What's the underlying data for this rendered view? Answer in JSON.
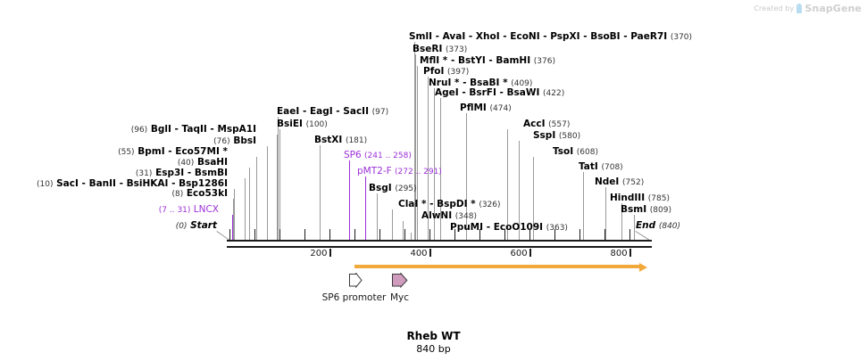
{
  "watermark": {
    "created_by": "Created by",
    "brand": "SnapGene",
    "logo_icon": "snapgene-logo-icon"
  },
  "title": {
    "name": "Rheb WT",
    "length": "840 bp"
  },
  "sequence": {
    "length_bp": 840,
    "start_label": "Start",
    "end_label": "End",
    "start_pos": "(0)",
    "end_pos": "(840)"
  },
  "ruler": {
    "ticks_labeled": [
      "200",
      "400",
      "600",
      "800"
    ],
    "tick_values": [
      200,
      400,
      600,
      800
    ],
    "minor_step": 50
  },
  "sites": [
    {
      "id": "sacI",
      "text": "SacI  - BanII  - BsiHKAI  - Bsp1286I",
      "pos": "(10)",
      "bp": 10,
      "pos_side": "left",
      "row": 0
    },
    {
      "id": "eco53kI",
      "text": "Eco53kI",
      "pos": "(8)",
      "bp": 8,
      "pos_side": "left",
      "row": 1
    },
    {
      "id": "esp3I",
      "text": "Esp3I  - BsmBI",
      "pos": "(31)",
      "bp": 31,
      "pos_side": "left",
      "row": 2
    },
    {
      "id": "bsaHI",
      "text": "BsaHI",
      "pos": "(40)",
      "bp": 40,
      "pos_side": "left",
      "row": 3
    },
    {
      "id": "bpmI",
      "text": "BpmI  - Eco57MI *",
      "pos": "(55)",
      "bp": 55,
      "pos_side": "left",
      "row": 4
    },
    {
      "id": "bbsI",
      "text": "BbsI",
      "pos": "(76)",
      "bp": 76,
      "pos_side": "left",
      "row": 5
    },
    {
      "id": "bglI",
      "text": "BglI  - TaqII  - MspA1I",
      "pos": "(96)",
      "bp": 96,
      "pos_side": "left",
      "row": 6
    },
    {
      "id": "bsiEI",
      "text": "BsiEI",
      "pos": "(100)",
      "bp": 100,
      "pos_side": "right",
      "row": 7
    },
    {
      "id": "eaeI",
      "text": "EaeI  - EagI  - SacII",
      "pos": "(97)",
      "bp": 97,
      "pos_side": "right",
      "row": 8
    },
    {
      "id": "bstXI",
      "text": "BstXI",
      "pos": "(181)",
      "bp": 181,
      "pos_side": "right",
      "row": 9
    },
    {
      "id": "bsgI",
      "text": "BsgI",
      "pos": "(295)",
      "bp": 295,
      "pos_side": "right",
      "row": 10
    },
    {
      "id": "claI",
      "text": "ClaI * - BspDI *",
      "pos": "(326)",
      "bp": 326,
      "pos_side": "right",
      "row": 11
    },
    {
      "id": "alwNI",
      "text": "AlwNI",
      "pos": "(348)",
      "bp": 348,
      "pos_side": "right",
      "row": 12
    },
    {
      "id": "ppuMI",
      "text": "PpuMI  - EcoO109I",
      "pos": "(363)",
      "bp": 363,
      "pos_side": "right",
      "row": 13
    },
    {
      "id": "smlI",
      "text": "SmlI  - AvaI  - XhoI  - EcoNI  - PspXI  - BsoBI  - PaeR7I",
      "pos": "(370)",
      "bp": 370,
      "pos_side": "right",
      "row": 14
    },
    {
      "id": "bseRI",
      "text": "BseRI",
      "pos": "(373)",
      "bp": 373,
      "pos_side": "right",
      "row": 15
    },
    {
      "id": "mflI",
      "text": "MflI * - BstYI  - BamHI",
      "pos": "(376)",
      "bp": 376,
      "pos_side": "right",
      "row": 16
    },
    {
      "id": "pfoI",
      "text": "PfoI",
      "pos": "(397)",
      "bp": 397,
      "pos_side": "right",
      "row": 17
    },
    {
      "id": "nruI",
      "text": "NruI * - BsaBI *",
      "pos": "(409)",
      "bp": 409,
      "pos_side": "right",
      "row": 18
    },
    {
      "id": "ageI",
      "text": "AgeI  - BsrFI  - BsaWI",
      "pos": "(422)",
      "bp": 422,
      "pos_side": "right",
      "row": 19
    },
    {
      "id": "pflMI",
      "text": "PflMI",
      "pos": "(474)",
      "bp": 474,
      "pos_side": "right",
      "row": 20
    },
    {
      "id": "accI",
      "text": "AccI",
      "pos": "(557)",
      "bp": 557,
      "pos_side": "right",
      "row": 21
    },
    {
      "id": "sspI",
      "text": "SspI",
      "pos": "(580)",
      "bp": 580,
      "pos_side": "right",
      "row": 22
    },
    {
      "id": "tsoI",
      "text": "TsoI",
      "pos": "(608)",
      "bp": 608,
      "pos_side": "right",
      "row": 23
    },
    {
      "id": "tatI",
      "text": "TatI",
      "pos": "(708)",
      "bp": 708,
      "pos_side": "right",
      "row": 24
    },
    {
      "id": "ndeI",
      "text": "NdeI",
      "pos": "(752)",
      "bp": 752,
      "pos_side": "right",
      "row": 25
    },
    {
      "id": "hindIII",
      "text": "HindIII",
      "pos": "(785)",
      "bp": 785,
      "pos_side": "right",
      "row": 26
    },
    {
      "id": "bsmI",
      "text": "BsmI",
      "pos": "(809)",
      "bp": 809,
      "pos_side": "right",
      "row": 27
    }
  ],
  "primers": [
    {
      "id": "lncx",
      "text": "LNCX",
      "pos": "(7 .. 31)",
      "start": 7,
      "end": 31,
      "pos_side": "left"
    },
    {
      "id": "sp6",
      "text": "SP6",
      "pos": "(241 .. 258)",
      "start": 241,
      "end": 258,
      "pos_side": "right"
    },
    {
      "id": "pmt2f",
      "text": "pMT2-F",
      "pos": "(272 .. 291)",
      "start": 272,
      "end": 291,
      "pos_side": "right"
    }
  ],
  "features": [
    {
      "id": "sp6_promoter",
      "label": "SP6 promoter",
      "shape": "arrow-outline",
      "fill": "#ffffff",
      "stroke": "#3a3a3a",
      "start": 241,
      "end": 259
    },
    {
      "id": "myc",
      "label": "Myc",
      "shape": "arrow-filled",
      "fill": "#cf9cbd",
      "stroke": "#3a3a3a",
      "start": 326,
      "end": 356
    },
    {
      "id": "rheb_cds",
      "label": "",
      "shape": "orf-arrow",
      "fill": "#f2a93b",
      "stroke": "#f2a93b",
      "start": 250,
      "end": 840
    }
  ],
  "colors": {
    "feature_purple": "#9b30d9",
    "orf_orange": "#f2a93b",
    "myc_pink": "#cf9cbd",
    "backbone": "#1a1a1a",
    "leader_gray": "#9a9a9a"
  }
}
